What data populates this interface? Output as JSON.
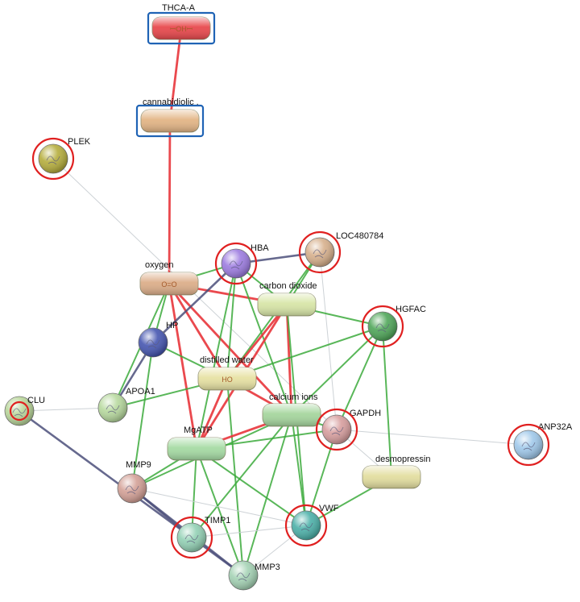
{
  "colors": {
    "red_edge": "#e8353b",
    "green_edge": "#3caa3c",
    "dark_edge": "#4b4f7a",
    "light_edge": "#c8cdd2",
    "highlight_circle": "#e02020",
    "highlight_box": "#1f63b5"
  },
  "nodes": [
    {
      "id": "THCA-A",
      "label": "THCA-A",
      "shape": "pill",
      "color": "#e8494d",
      "glyph": "ꟷOHꟷ"
    },
    {
      "id": "cannabidiolic",
      "label": "cannabidiolic .",
      "shape": "pill",
      "color": "#e3b586",
      "glyph": ""
    },
    {
      "id": "PLEK",
      "label": "PLEK",
      "shape": "circle",
      "color": "#b5ad3c",
      "glyph": ""
    },
    {
      "id": "oxygen",
      "label": "oxygen",
      "shape": "pill",
      "color": "#dcae8a",
      "glyph": "O=O"
    },
    {
      "id": "HBA",
      "label": "HBA",
      "shape": "circle",
      "color": "#9c7be0",
      "glyph": ""
    },
    {
      "id": "LOC480784",
      "label": "LOC480784",
      "shape": "circle",
      "color": "#d7b08c",
      "glyph": ""
    },
    {
      "id": "carbon_dioxide",
      "label": "carbon dioxide",
      "shape": "pill",
      "color": "#d8e6a8",
      "glyph": ""
    },
    {
      "id": "HP",
      "label": "HP",
      "shape": "circle",
      "color": "#4555b0",
      "glyph": ""
    },
    {
      "id": "HGFAC",
      "label": "HGFAC",
      "shape": "circle",
      "color": "#4fa659",
      "glyph": ""
    },
    {
      "id": "distilled_water",
      "label": "distilled water",
      "shape": "pill",
      "color": "#e7e2a4",
      "glyph": "HO"
    },
    {
      "id": "CLU",
      "label": "CLU",
      "shape": "circle",
      "color": "#b9d69a",
      "glyph": ""
    },
    {
      "id": "APOA1",
      "label": "APOA1",
      "shape": "circle",
      "color": "#b7d99e",
      "glyph": ""
    },
    {
      "id": "calcium_ions",
      "label": "calcium ions",
      "shape": "pill",
      "color": "#a6d69e",
      "glyph": ""
    },
    {
      "id": "GAPDH",
      "label": "GAPDH",
      "shape": "circle",
      "color": "#d79e9e",
      "glyph": ""
    },
    {
      "id": "ANP32A",
      "label": "ANP32A",
      "shape": "circle",
      "color": "#9fc8ea",
      "glyph": ""
    },
    {
      "id": "MgATP",
      "label": "MgATP",
      "shape": "pill",
      "color": "#a6dba4",
      "glyph": ""
    },
    {
      "id": "desmopressin",
      "label": "desmopressin",
      "shape": "pill",
      "color": "#e3dea0",
      "glyph": ""
    },
    {
      "id": "MMP9",
      "label": "MMP9",
      "shape": "circle",
      "color": "#d3a096",
      "glyph": ""
    },
    {
      "id": "VWF",
      "label": "VWF",
      "shape": "circle",
      "color": "#4bb0a8",
      "glyph": ""
    },
    {
      "id": "TIMP1",
      "label": "TIMP1",
      "shape": "circle",
      "color": "#92d0b4",
      "glyph": ""
    },
    {
      "id": "MMP3",
      "label": "MMP3",
      "shape": "circle",
      "color": "#a4d2b4",
      "glyph": ""
    }
  ],
  "edges": [
    [
      "THCA-A",
      "cannabidiolic",
      "red"
    ],
    [
      "cannabidiolic",
      "oxygen",
      "red"
    ],
    [
      "PLEK",
      "GAPDH",
      "light"
    ],
    [
      "oxygen",
      "HBA",
      "green"
    ],
    [
      "oxygen",
      "carbon_dioxide",
      "red"
    ],
    [
      "oxygen",
      "distilled_water",
      "red"
    ],
    [
      "oxygen",
      "calcium_ions",
      "red"
    ],
    [
      "oxygen",
      "MgATP",
      "red"
    ],
    [
      "oxygen",
      "HP",
      "green"
    ],
    [
      "oxygen",
      "APOA1",
      "green"
    ],
    [
      "HBA",
      "LOC480784",
      "dark"
    ],
    [
      "HBA",
      "carbon_dioxide",
      "green"
    ],
    [
      "HBA",
      "distilled_water",
      "green"
    ],
    [
      "HBA",
      "MgATP",
      "green"
    ],
    [
      "HBA",
      "calcium_ions",
      "green"
    ],
    [
      "HBA",
      "HP",
      "dark"
    ],
    [
      "LOC480784",
      "carbon_dioxide",
      "green"
    ],
    [
      "LOC480784",
      "GAPDH",
      "light"
    ],
    [
      "LOC480784",
      "distilled_water",
      "green"
    ],
    [
      "carbon_dioxide",
      "distilled_water",
      "red"
    ],
    [
      "carbon_dioxide",
      "MgATP",
      "red"
    ],
    [
      "carbon_dioxide",
      "calcium_ions",
      "red"
    ],
    [
      "carbon_dioxide",
      "HGFAC",
      "green"
    ],
    [
      "carbon_dioxide",
      "VWF",
      "green"
    ],
    [
      "distilled_water",
      "MgATP",
      "red"
    ],
    [
      "distilled_water",
      "calcium_ions",
      "red"
    ],
    [
      "distilled_water",
      "APOA1",
      "green"
    ],
    [
      "distilled_water",
      "HP",
      "green"
    ],
    [
      "distilled_water",
      "HGFAC",
      "green"
    ],
    [
      "distilled_water",
      "MMP3",
      "green"
    ],
    [
      "calcium_ions",
      "MgATP",
      "red"
    ],
    [
      "calcium_ions",
      "GAPDH",
      "green"
    ],
    [
      "calcium_ions",
      "HGFAC",
      "green"
    ],
    [
      "calcium_ions",
      "MMP9",
      "green"
    ],
    [
      "calcium_ions",
      "VWF",
      "green"
    ],
    [
      "calcium_ions",
      "TIMP1",
      "green"
    ],
    [
      "calcium_ions",
      "MMP3",
      "green"
    ],
    [
      "MgATP",
      "GAPDH",
      "green"
    ],
    [
      "MgATP",
      "MMP9",
      "green"
    ],
    [
      "MgATP",
      "VWF",
      "green"
    ],
    [
      "MgATP",
      "MMP3",
      "green"
    ],
    [
      "MgATP",
      "TIMP1",
      "green"
    ],
    [
      "HP",
      "APOA1",
      "dark"
    ],
    [
      "HP",
      "MMP9",
      "green"
    ],
    [
      "APOA1",
      "CLU",
      "light"
    ],
    [
      "CLU",
      "TIMP1",
      "dark"
    ],
    [
      "MMP9",
      "TIMP1",
      "dark"
    ],
    [
      "MMP9",
      "MMP3",
      "dark"
    ],
    [
      "TIMP1",
      "MMP3",
      "dark"
    ],
    [
      "MMP9",
      "VWF",
      "light"
    ],
    [
      "GAPDH",
      "VWF",
      "green"
    ],
    [
      "GAPDH",
      "desmopressin",
      "light"
    ],
    [
      "GAPDH",
      "ANP32A",
      "light"
    ],
    [
      "desmopressin",
      "VWF",
      "green"
    ],
    [
      "HGFAC",
      "desmopressin",
      "green"
    ],
    [
      "HGFAC",
      "GAPDH",
      "green"
    ],
    [
      "VWF",
      "MMP3",
      "light"
    ],
    [
      "VWF",
      "TIMP1",
      "light"
    ]
  ],
  "highlights": {
    "circled": [
      "PLEK",
      "HBA",
      "LOC480784",
      "HGFAC",
      "CLU",
      "GAPDH",
      "ANP32A",
      "VWF",
      "TIMP1"
    ],
    "boxed": [
      "THCA-A",
      "cannabidiolic"
    ]
  }
}
